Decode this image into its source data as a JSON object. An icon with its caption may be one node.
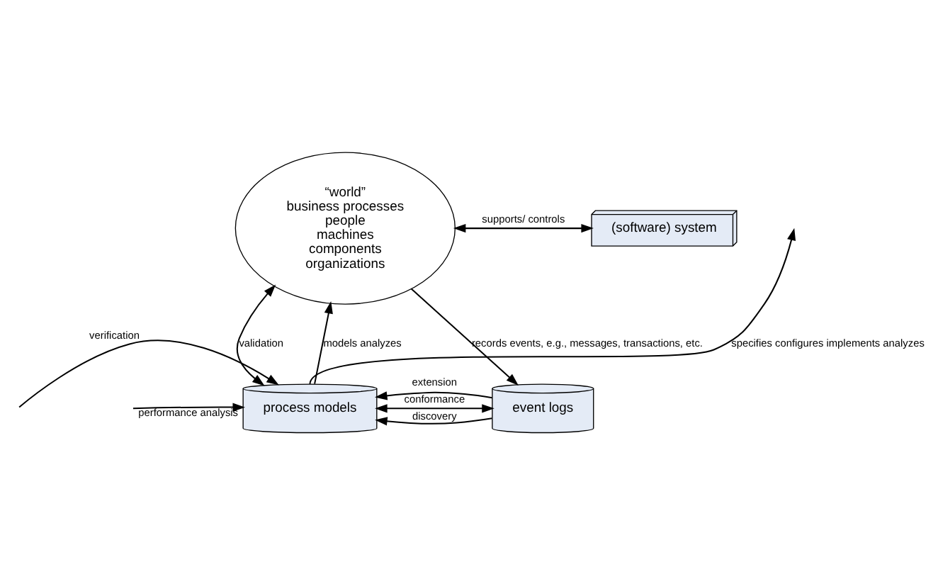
{
  "diagram": {
    "nodes": [
      {
        "text": [
          "“world”",
          "business processes",
          "people",
          "machines",
          "components",
          "organizations"
        ]
      },
      {
        "text": [
          "(software) system"
        ]
      },
      {
        "text": [
          "process models"
        ]
      },
      {
        "text": [
          "event logs"
        ]
      }
    ],
    "edges": [
      {
        "from": 0,
        "to": 1,
        "arrow": "both",
        "label": "supports/ controls"
      },
      {
        "from": 0,
        "to": 3,
        "arrow": "to",
        "label": "records events, e.g., messages, transactions, etc."
      },
      {
        "from": 0,
        "to": 2,
        "arrow": "both",
        "label": "validation"
      },
      {
        "from": 2,
        "to": 0,
        "arrow": "to",
        "label": "models analyzes"
      },
      {
        "from": 2,
        "to": null,
        "arrow": "to",
        "label": "specifies configures implements analyzes"
      },
      {
        "from": null,
        "to": 2,
        "arrow": "to",
        "label": "verification"
      },
      {
        "from": null,
        "to": 2,
        "arrow": "to",
        "label": "performance analysis"
      },
      {
        "from": 3,
        "to": 2,
        "arrow": "to",
        "label": "discovery"
      },
      {
        "from": 2,
        "to": 3,
        "arrow": "both",
        "label": "conformance"
      },
      {
        "from": 3,
        "to": 2,
        "arrow": "to",
        "label": "extension"
      }
    ]
  }
}
